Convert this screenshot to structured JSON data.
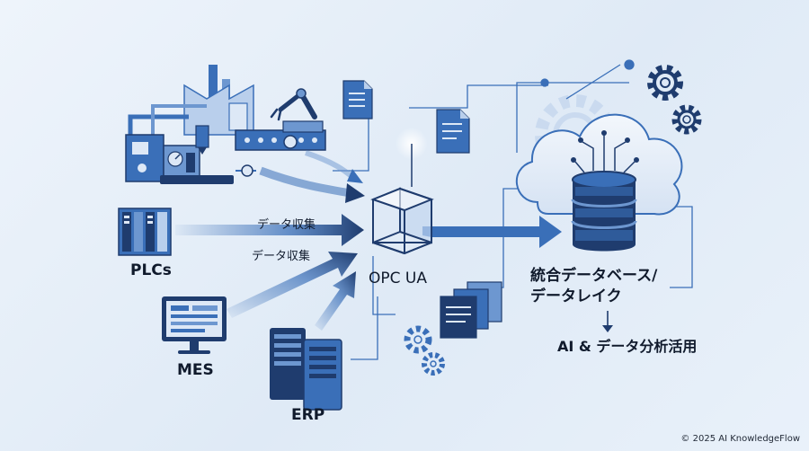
{
  "labels": {
    "plcs": "PLCs",
    "mes": "MES",
    "erp": "ERP",
    "opc_ua": "OPC UA",
    "flow_1": "データ収集",
    "flow_2": "データ収集",
    "data_lake": "統合データベース/\nデータレイク",
    "ai": "AI & データ分析活用",
    "copyright": "© 2025 AI KnowledgeFlow"
  },
  "colors": {
    "navy": "#1f3c6e",
    "blue": "#3a6fb8",
    "mid": "#6d97d0",
    "light": "#b9cfec",
    "pale": "#dde8f6"
  },
  "icons": [
    "factory-icon",
    "robot-arm-icon",
    "plc-rack-icon",
    "monitor-icon",
    "server-icon",
    "cube-icon",
    "cloud-icon",
    "database-icon",
    "document-icon",
    "gear-icon"
  ]
}
